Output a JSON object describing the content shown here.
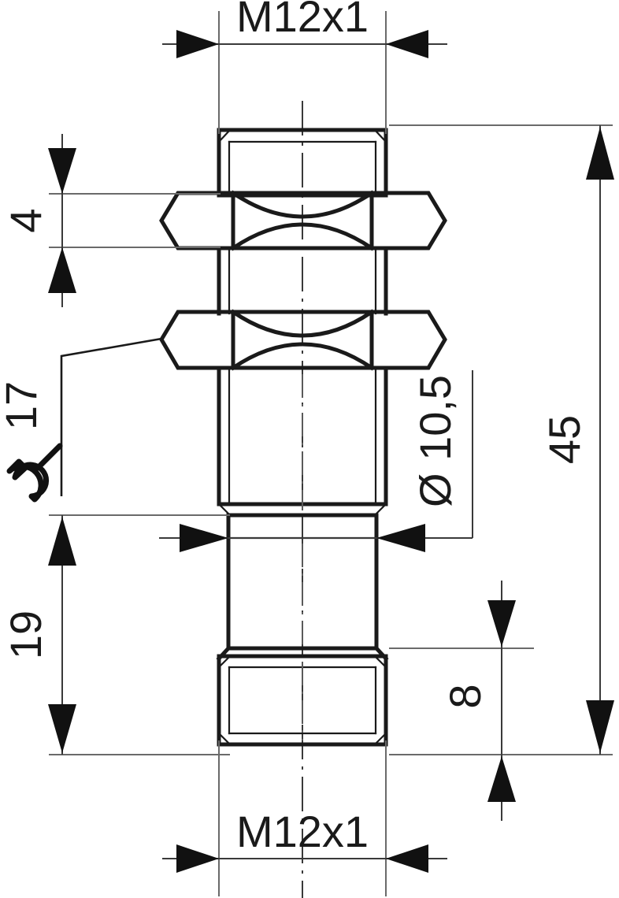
{
  "drawing": {
    "title": "M12x1 proximity sensor barrel dimensional drawing",
    "units": "mm",
    "line_color": "#1a1a1a",
    "dimension_color": "#3a3a3a",
    "background": "#ffffff"
  },
  "dimensions": {
    "top_thread": {
      "label": "M12x1",
      "name": "top-thread-callout",
      "orientation": "horizontal",
      "position": "top"
    },
    "bottom_thread": {
      "label": "M12x1",
      "name": "bottom-thread-callout",
      "orientation": "horizontal",
      "position": "bottom"
    },
    "nut_thickness": {
      "label": "4",
      "name": "nut-thickness-dimension",
      "orientation": "vertical",
      "position": "left"
    },
    "lower_length": {
      "label": "19",
      "name": "lower-length-dimension",
      "orientation": "vertical",
      "position": "left"
    },
    "overall_length": {
      "label": "45",
      "name": "overall-length-dimension",
      "orientation": "vertical",
      "position": "right"
    },
    "tip_length": {
      "label": "8",
      "name": "tip-length-dimension",
      "orientation": "vertical",
      "position": "right"
    },
    "shaft_diameter": {
      "label": "Ø 10,5",
      "name": "shaft-diameter-dimension",
      "orientation": "vertical-text",
      "position": "right"
    },
    "wrench_size": {
      "label": "17",
      "symbol": "wrench-icon",
      "name": "wrench-size-callout",
      "orientation": "vertical-text",
      "position": "left"
    }
  }
}
